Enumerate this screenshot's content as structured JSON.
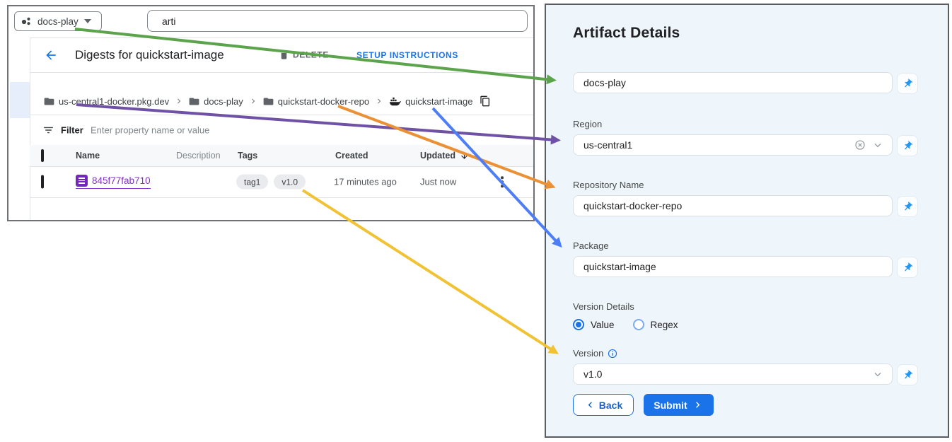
{
  "left_panel": {
    "project_picker": {
      "label": "docs-play"
    },
    "search": {
      "value": "arti"
    },
    "header": {
      "title": "Digests for quickstart-image",
      "delete_label": "DELETE",
      "setup_label": "SETUP INSTRUCTIONS"
    },
    "breadcrumb": {
      "items": [
        {
          "icon": "folder",
          "label": "us-central1-docker.pkg.dev"
        },
        {
          "icon": "folder",
          "label": "docs-play"
        },
        {
          "icon": "folder",
          "label": "quickstart-docker-repo"
        },
        {
          "icon": "docker-whale",
          "label": "quickstart-image"
        }
      ]
    },
    "filter": {
      "label": "Filter",
      "placeholder": "Enter property name or value"
    },
    "table": {
      "columns": {
        "name": "Name",
        "description": "Description",
        "tags": "Tags",
        "created": "Created",
        "updated": "Updated"
      },
      "row": {
        "name": "845f77fab710",
        "tags": [
          "tag1",
          "v1.0"
        ],
        "created": "17 minutes ago",
        "updated": "Just now"
      }
    }
  },
  "right_panel": {
    "title": "Artifact Details",
    "project_field": {
      "value": "docs-play"
    },
    "region": {
      "label": "Region",
      "value": "us-central1"
    },
    "repository": {
      "label": "Repository Name",
      "value": "quickstart-docker-repo"
    },
    "package": {
      "label": "Package",
      "value": "quickstart-image"
    },
    "version_details": {
      "label": "Version Details",
      "options": [
        "Value",
        "Regex"
      ],
      "selected": "Value"
    },
    "version": {
      "label": "Version",
      "value": "v1.0"
    },
    "buttons": {
      "back": "Back",
      "submit": "Submit"
    }
  },
  "colors": {
    "accent_blue": "#1a73e8",
    "link_purple": "#8430ce",
    "pin_blue": "#2196f3",
    "panel_bg": "#eff6fb"
  },
  "arrows": {
    "green": "#5ba44b",
    "purple": "#6f51a5",
    "orange": "#ec9035",
    "blue": "#4d7ef7",
    "yellow": "#f0c234"
  }
}
